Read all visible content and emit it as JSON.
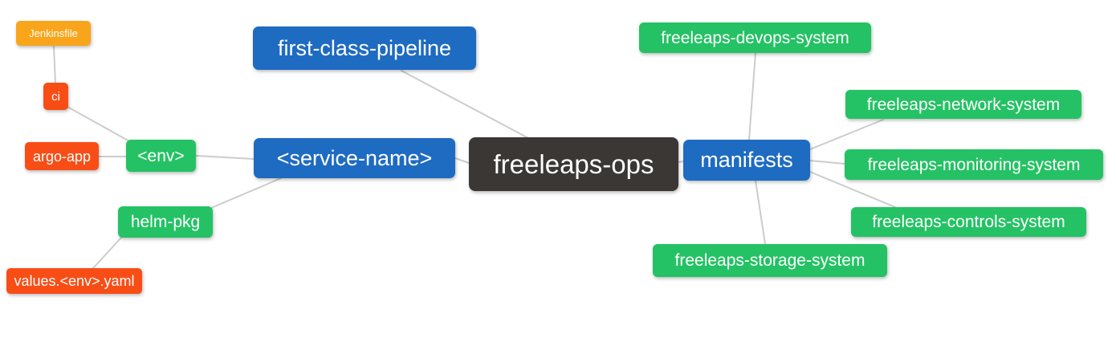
{
  "diagram": {
    "type": "mindmap",
    "root_label": "freeleaps-ops",
    "nodes": {
      "jenkinsfile": {
        "label": "Jenkinsfile",
        "color": "#f9a51b"
      },
      "ci": {
        "label": "ci",
        "color": "#f94d16"
      },
      "argo_app": {
        "label": "argo-app",
        "color": "#f94d16"
      },
      "env": {
        "label": "<env>",
        "color": "#24c264"
      },
      "pipeline": {
        "label": "first-class-pipeline",
        "color": "#1e6bc2"
      },
      "service": {
        "label": "<service-name>",
        "color": "#1e6bc2"
      },
      "helm_pkg": {
        "label": "helm-pkg",
        "color": "#24c264"
      },
      "values": {
        "label": "values.<env>.yaml",
        "color": "#f94d16"
      },
      "root": {
        "label": "freeleaps-ops",
        "color": "#3b3735"
      },
      "manifests": {
        "label": "manifests",
        "color": "#1e6bc2"
      },
      "devops": {
        "label": "freeleaps-devops-system",
        "color": "#24c264"
      },
      "network": {
        "label": "freeleaps-network-system",
        "color": "#24c264"
      },
      "monitoring": {
        "label": "freeleaps-monitoring-system",
        "color": "#24c264"
      },
      "controls": {
        "label": "freeleaps-controls-system",
        "color": "#24c264"
      },
      "storage": {
        "label": "freeleaps-storage-system",
        "color": "#24c264"
      }
    },
    "edges": [
      {
        "from": "Jenkinsfile",
        "to": "ci"
      },
      {
        "from": "ci",
        "to": "<env>"
      },
      {
        "from": "argo-app",
        "to": "<env>"
      },
      {
        "from": "<env>",
        "to": "<service-name>"
      },
      {
        "from": "helm-pkg",
        "to": "<service-name>"
      },
      {
        "from": "values.<env>.yaml",
        "to": "helm-pkg"
      },
      {
        "from": "<service-name>",
        "to": "freeleaps-ops"
      },
      {
        "from": "first-class-pipeline",
        "to": "freeleaps-ops"
      },
      {
        "from": "freeleaps-ops",
        "to": "manifests"
      },
      {
        "from": "manifests",
        "to": "freeleaps-devops-system"
      },
      {
        "from": "manifests",
        "to": "freeleaps-network-system"
      },
      {
        "from": "manifests",
        "to": "freeleaps-monitoring-system"
      },
      {
        "from": "manifests",
        "to": "freeleaps-controls-system"
      },
      {
        "from": "manifests",
        "to": "freeleaps-storage-system"
      }
    ],
    "colors": {
      "background": "#ffffff",
      "edge": "#cccccc",
      "text": "#ffffff",
      "root_bg": "#3b3735",
      "branch_blue": "#1e6bc2",
      "leaf_green": "#24c264",
      "leaf_red": "#f94d16",
      "leaf_orange": "#f9a51b"
    }
  }
}
